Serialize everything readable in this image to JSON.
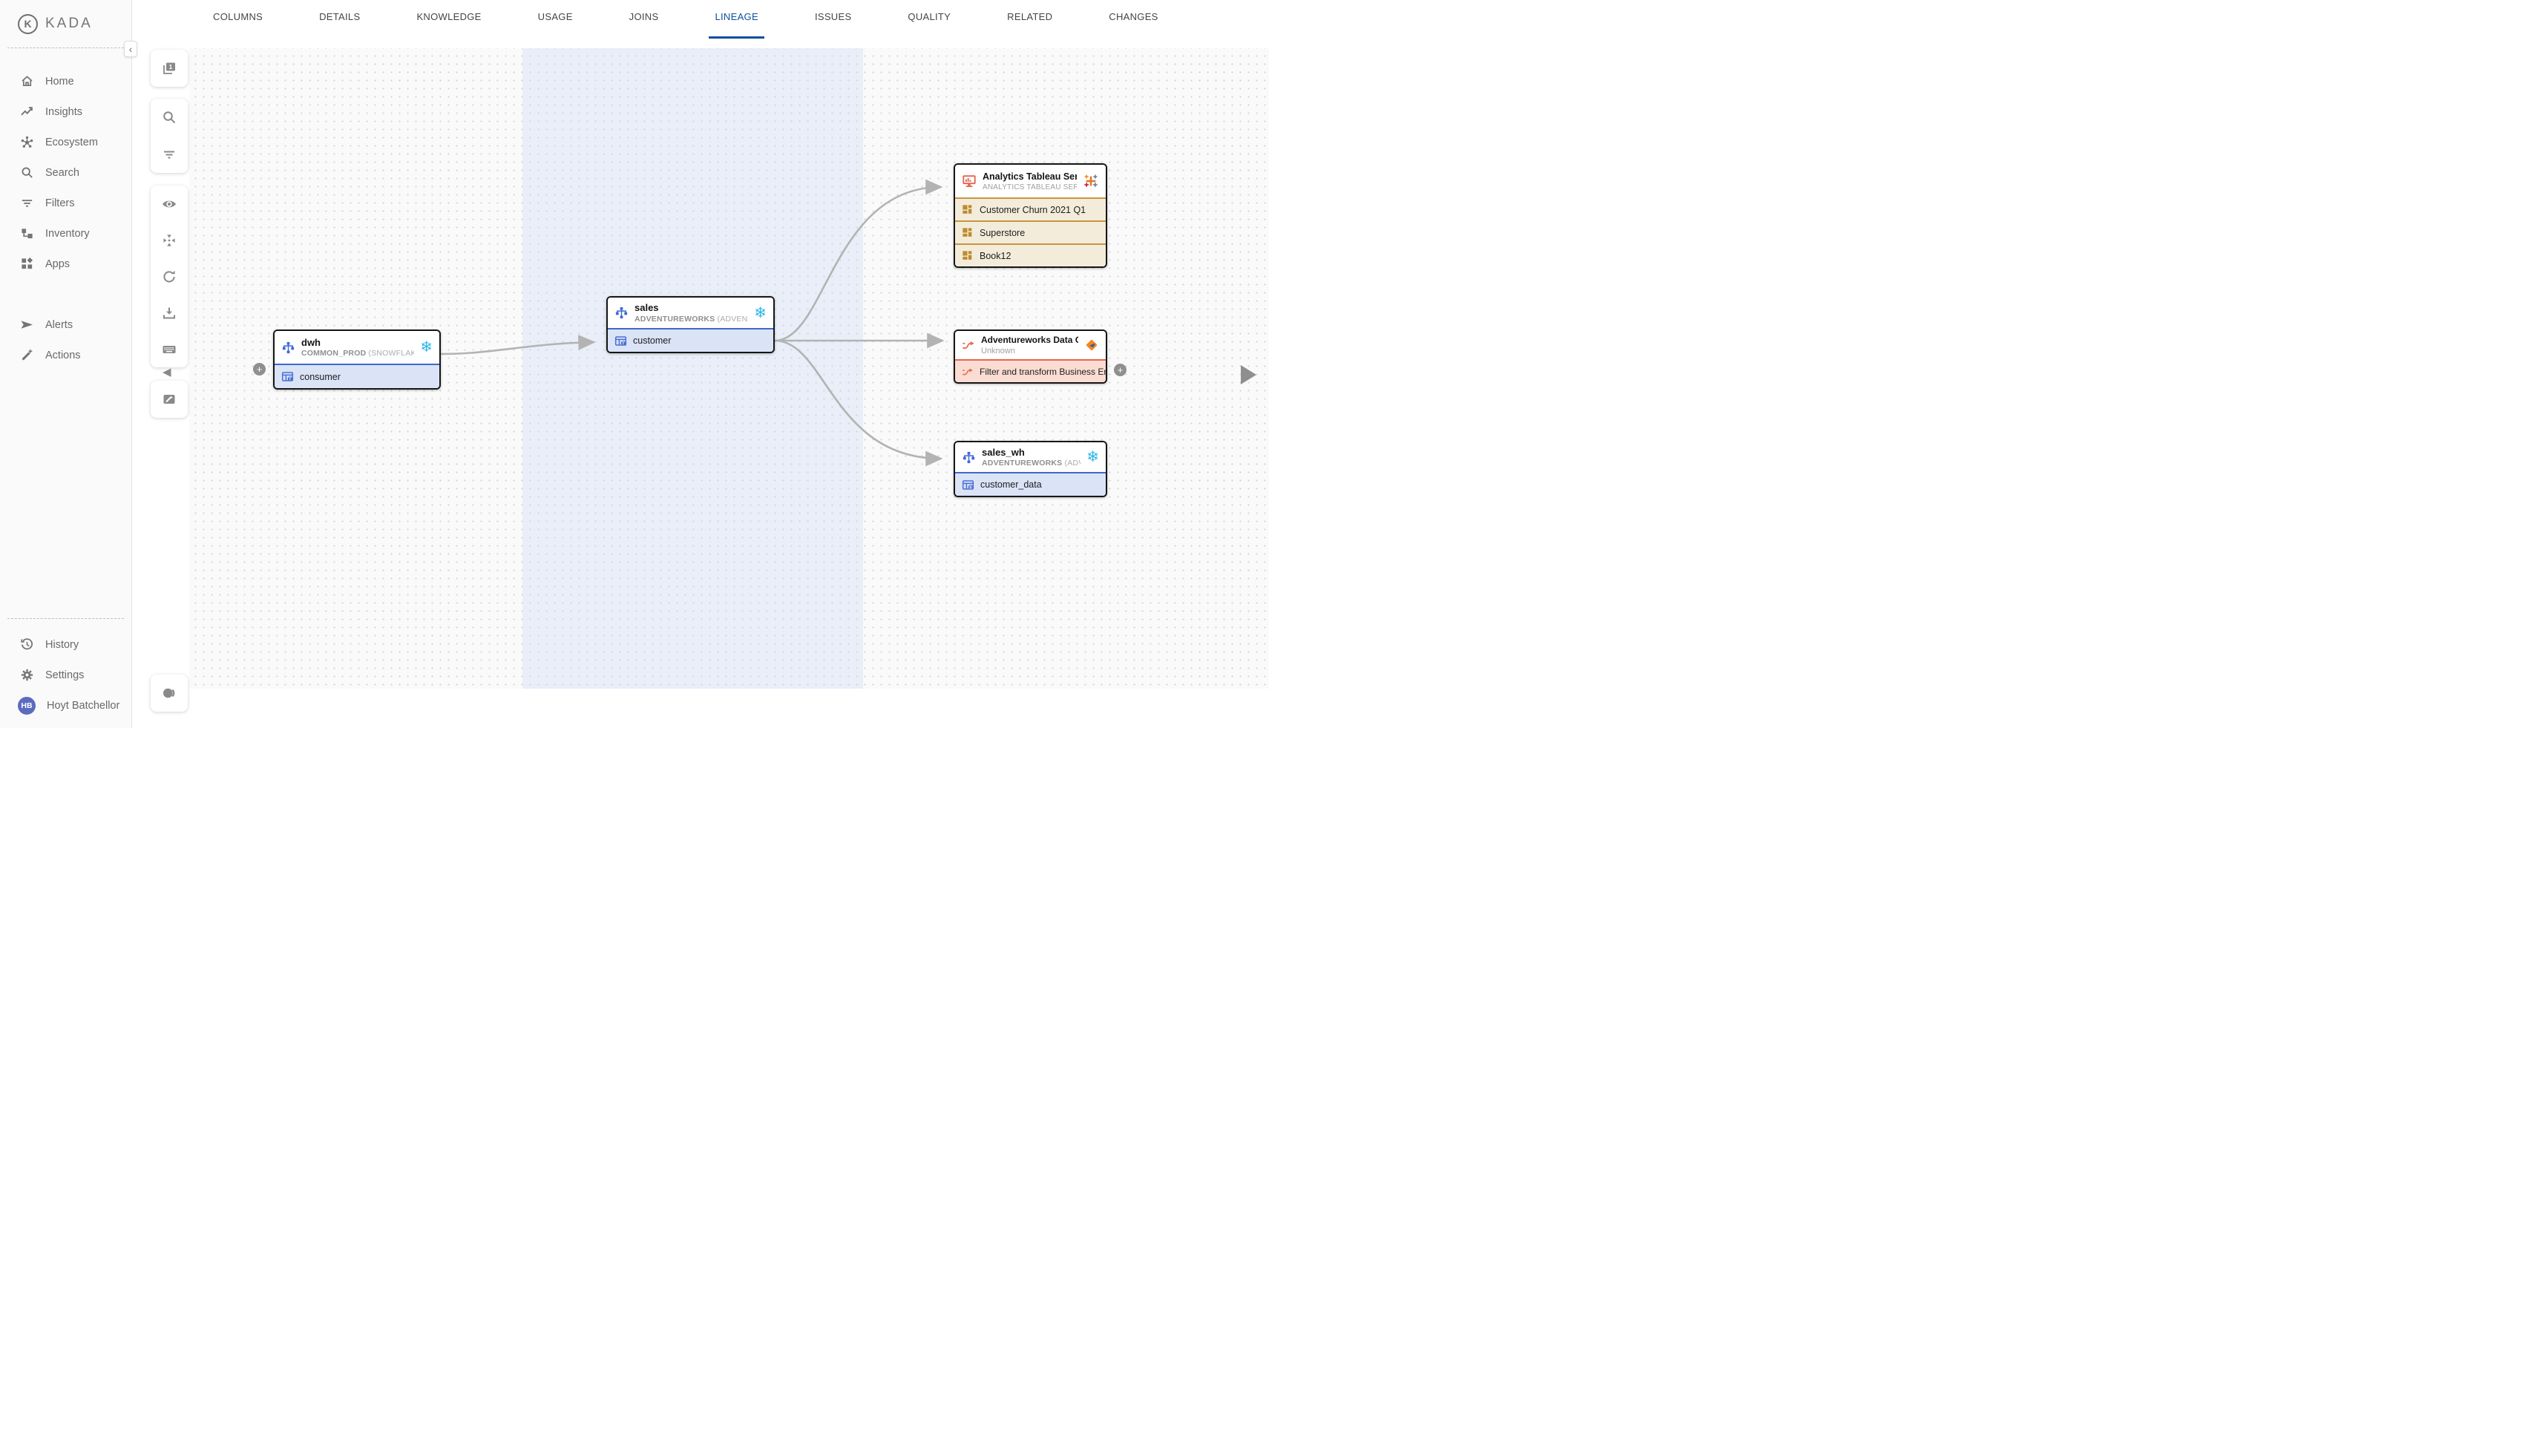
{
  "app": {
    "name": "KADA"
  },
  "icons": {
    "plus": "+",
    "collapse": "‹",
    "left_triangle": "◀",
    "snowflake": "❄"
  },
  "sidebar": {
    "logo_text": "KADA",
    "items": [
      {
        "label": "Home",
        "icon": "home-icon"
      },
      {
        "label": "Insights",
        "icon": "insights-icon"
      },
      {
        "label": "Ecosystem",
        "icon": "ecosystem-icon"
      },
      {
        "label": "Search",
        "icon": "search-icon"
      },
      {
        "label": "Filters",
        "icon": "filter-icon"
      },
      {
        "label": "Inventory",
        "icon": "inventory-icon"
      },
      {
        "label": "Apps",
        "icon": "apps-icon"
      }
    ],
    "secondary": [
      {
        "label": "Alerts",
        "icon": "paper-plane-icon"
      },
      {
        "label": "Actions",
        "icon": "wand-icon"
      }
    ],
    "footer": [
      {
        "label": "History",
        "icon": "history-icon"
      },
      {
        "label": "Settings",
        "icon": "gear-icon"
      }
    ],
    "user": {
      "initials": "HB",
      "name": "Hoyt Batchellor"
    }
  },
  "tabs": {
    "active": "LINEAGE",
    "items": [
      {
        "label": "COLUMNS"
      },
      {
        "label": "DETAILS"
      },
      {
        "label": "KNOWLEDGE"
      },
      {
        "label": "USAGE"
      },
      {
        "label": "JOINS"
      },
      {
        "label": "LINEAGE"
      },
      {
        "label": "ISSUES"
      },
      {
        "label": "QUALITY"
      },
      {
        "label": "RELATED"
      },
      {
        "label": "CHANGES"
      }
    ]
  },
  "toolbar": {
    "depth_count": "1",
    "buttons": [
      "layers-depth",
      "search",
      "filter",
      "visibility",
      "center-focus",
      "refresh",
      "download",
      "keyboard",
      "collapse-left",
      "edit-note",
      "contrast-theme"
    ]
  },
  "graph": {
    "nodes": [
      {
        "id": "dwh",
        "title": "dwh",
        "subtitle_primary": "COMMON_PROD",
        "subtitle_secondary": "(SNOWFLAK…",
        "source": "snowflake",
        "rows": [
          {
            "label": "consumer",
            "badge": "T"
          }
        ]
      },
      {
        "id": "sales",
        "title": "sales",
        "subtitle_primary": "ADVENTUREWORKS",
        "subtitle_secondary": "(ADVENT…",
        "source": "snowflake",
        "rows": [
          {
            "label": "customer",
            "badge": "T"
          }
        ]
      },
      {
        "id": "analytics-tableau-server",
        "title": "Analytics Tableau Server",
        "subtitle_primary": "ANALYTICS TABLEAU SERVER",
        "subtitle_secondary": "",
        "source": "tableau",
        "rows": [
          {
            "label": "Customer Churn 2021 Q1"
          },
          {
            "label": "Superstore"
          },
          {
            "label": "Book12"
          }
        ]
      },
      {
        "id": "adventureworks-data-cleansing",
        "title": "Adventureworks Data Cleansi…",
        "subtitle_primary": "Unknown",
        "subtitle_secondary": "",
        "source": "informatica",
        "rows": [
          {
            "label": "Filter and transform Business Entiti…"
          }
        ]
      },
      {
        "id": "sales_wh",
        "title": "sales_wh",
        "subtitle_primary": "ADVENTUREWORKS",
        "subtitle_secondary": "(ADVENT…",
        "source": "snowflake",
        "rows": [
          {
            "label": "customer_data",
            "badge": "S"
          }
        ]
      }
    ],
    "edges": [
      {
        "from": "dwh.consumer",
        "to": "sales.customer"
      },
      {
        "from": "sales.customer",
        "to": "analytics-tableau-server"
      },
      {
        "from": "sales.customer",
        "to": "adventureworks-data-cleansing.filter-and-transform"
      },
      {
        "from": "sales.customer",
        "to": "sales_wh.customer_data"
      }
    ]
  },
  "colors": {
    "active_tab": "#0d4f9e",
    "selected_band": "#e9eef9",
    "edge": "#b3b3b3",
    "table_row": "#dbe3f7",
    "table_accent": "#3c69cf",
    "tableau_row": "#f4ecda",
    "tableau_accent": "#c8943f",
    "etl_row": "#fbdcd2",
    "etl_accent": "#e8684a",
    "snowflake_brand": "#29b5e8",
    "tableau_red": "#e8604c",
    "informatica_orange": "#f6861f",
    "avatar": "#5c6bc0"
  }
}
